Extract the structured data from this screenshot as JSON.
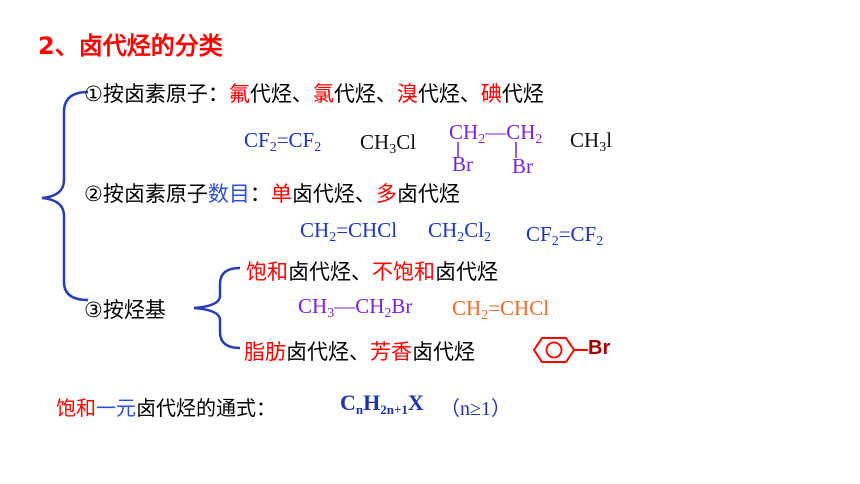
{
  "title": "2、卤代烃的分类",
  "row1": {
    "prefix": "①按卤素原子：",
    "w1": "氟",
    "t1": "代烃、",
    "w2": "氯",
    "t2": "代烃、",
    "w3": "溴",
    "t3": "代烃、",
    "w4": "碘",
    "t4": "代烃"
  },
  "formulas1": {
    "f1a": "CF",
    "f1b": "2",
    "f1c": "=CF",
    "f1d": "2",
    "f2a": "CH",
    "f2b": "3",
    "f2c": "Cl",
    "f3a": "CH",
    "f3b": "2",
    "f3c": "—CH",
    "f3d": "2",
    "br1": "Br",
    "br2": "Br",
    "f4a": "CH",
    "f4b": "3",
    "f4c": "l"
  },
  "row2": {
    "prefix": "②按卤素原子",
    "w1": "数目",
    "t1": "：",
    "w2": "单",
    "t2": "卤代烃、",
    "w3": "多",
    "t3": "卤代烃"
  },
  "formulas2": {
    "a1": "CH",
    "a2": "2",
    "a3": "=CHCl",
    "b1": "CH",
    "b2": "2",
    "b3": "Cl",
    "b4": "2",
    "c1": "CF",
    "c2": "2",
    "c3": "=CF",
    "c4": "2"
  },
  "row3": {
    "label": "③按烃基"
  },
  "row3a": {
    "w1": "饱和",
    "t1": "卤代烃、",
    "w2": "不饱和",
    "t2": "卤代烃"
  },
  "formulas3": {
    "a1": "CH",
    "a2": "3",
    "a3": "—CH",
    "a4": "2",
    "a5": "Br",
    "b1": "CH",
    "b2": "2",
    "b3": "=CHCl"
  },
  "row3b": {
    "w1": "脂肪",
    "t1": "卤代烃、",
    "w2": "芳香",
    "t2": "卤代烃"
  },
  "benzene": {
    "substituent": "Br"
  },
  "general": {
    "w1": "饱和",
    "w2": "一元",
    "t1": "卤代烃的通式：",
    "f1": "C",
    "f2": "n",
    "f3": "H",
    "f4": "2n+1",
    "f5": "X",
    "cond": "（n≥1）"
  },
  "colors": {
    "red": "#ff0000",
    "blue": "#2f4fd6",
    "formula_blue": "#1c33c4",
    "purple": "#7a22e0",
    "orange": "#ef6a2a",
    "brace": "#2a3eb1",
    "ring": "#ff0000",
    "br": "#a00000"
  }
}
